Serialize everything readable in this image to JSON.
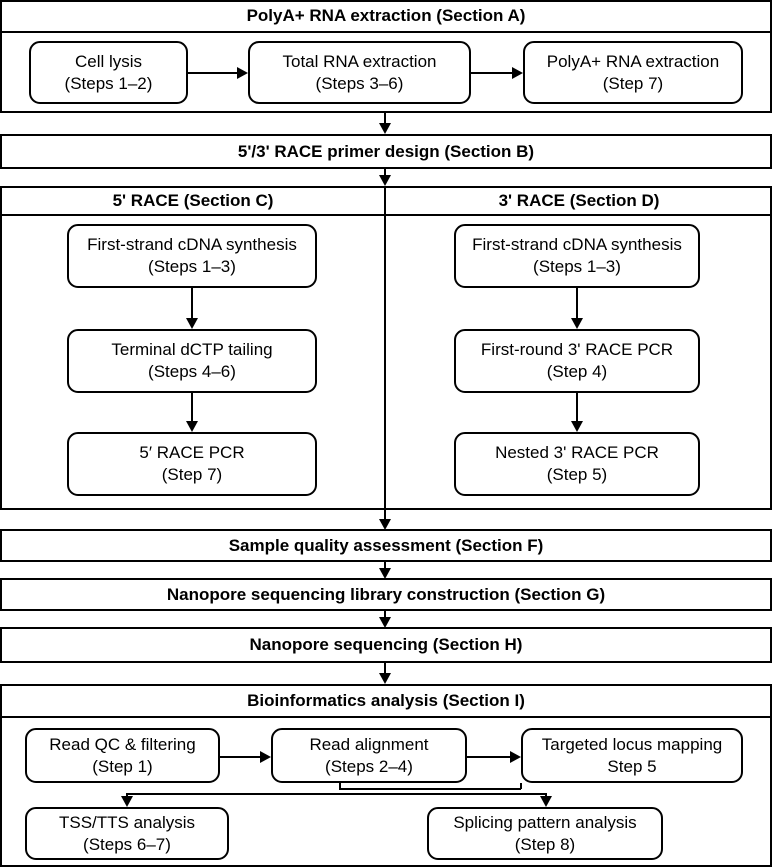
{
  "sectionA": {
    "title": "PolyA+ RNA extraction (Section A)",
    "nodes": [
      {
        "title": "Cell lysis",
        "step": "(Steps 1–2)"
      },
      {
        "title": "Total RNA extraction",
        "step": "(Steps 3–6)"
      },
      {
        "title": "PolyA+ RNA extraction",
        "step": "(Step 7)"
      }
    ]
  },
  "sectionB": {
    "title": "5'/3' RACE primer design (Section B)"
  },
  "sectionC": {
    "title": "5' RACE (Section C)",
    "nodes": [
      {
        "title": "First-strand cDNA synthesis",
        "step": "(Steps 1–3)"
      },
      {
        "title": "Terminal dCTP tailing",
        "step": "(Steps 4–6)"
      },
      {
        "title": "5′ RACE PCR",
        "step": "(Step 7)"
      }
    ]
  },
  "sectionD": {
    "title": "3' RACE (Section D)",
    "nodes": [
      {
        "title": "First-strand cDNA synthesis",
        "step": "(Steps 1–3)"
      },
      {
        "title": "First-round 3' RACE PCR",
        "step": "(Step 4)"
      },
      {
        "title": "Nested 3' RACE PCR",
        "step": "(Step 5)"
      }
    ]
  },
  "sectionF": {
    "title": "Sample quality assessment (Section F)"
  },
  "sectionG": {
    "title": "Nanopore sequencing library construction (Section G)"
  },
  "sectionH": {
    "title": "Nanopore sequencing (Section H)"
  },
  "sectionI": {
    "title": "Bioinformatics analysis (Section I)",
    "nodes": [
      {
        "title": "Read QC & filtering",
        "step": "(Step 1)"
      },
      {
        "title": "Read alignment",
        "step": "(Steps 2–4)"
      },
      {
        "title": "Targeted locus mapping",
        "step": "Step 5"
      },
      {
        "title": "TSS/TTS analysis",
        "step": "(Steps 6–7)"
      },
      {
        "title": "Splicing pattern analysis",
        "step": "(Step 8)"
      }
    ]
  }
}
